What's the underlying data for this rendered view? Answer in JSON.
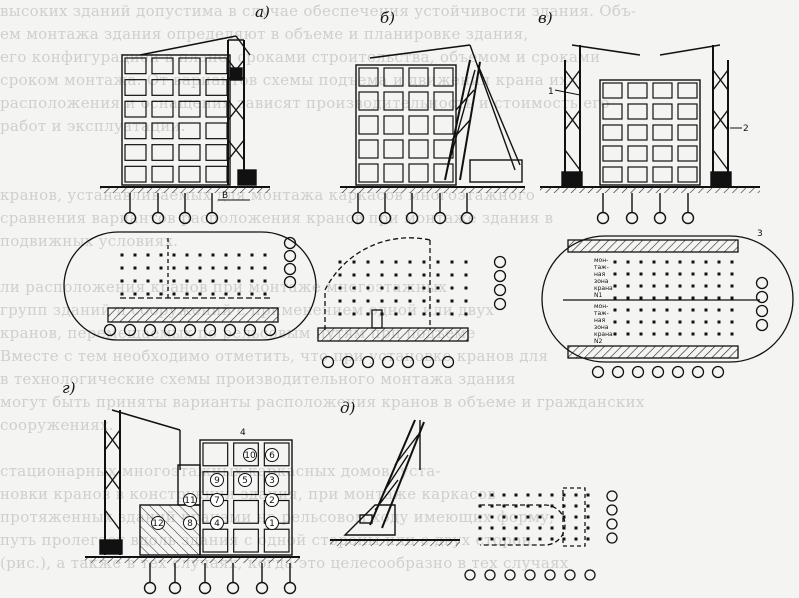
{
  "background_text": [
    "высоких зданий допустима в случае обеспечения устойчивости здания. Объ-",
    "ем монтажа здания определяют в объеме и планировке здания,",
    "его конфигурацией в плане, сроками строительства, объемом и сроками",
    "сроком монтажа. От вариантов схемы подъема и движения крана их",
    "расположения и оснащения зависят производительность и стоимость его",
    "работ и эксплуатации.",
    "",
    "",
    "кранов, устанавливаемых для монтажа каркасов многоэтажного",
    "сравнения вариантов расположения кранов при монтаже здания в",
    "подвижных условиях.",
    "",
    "ли расположения кранов при монтаже многоэтажных",
    "групп зданий и сооружений с применением одной или двух",
    "кранов, перемещаемых по рельсовым путям при подъеме",
    "Вместе с тем необходимо отметить, что при установке кранов для",
    "в технологические схемы производительного монтажа здания",
    "могут быть приняты варианты расположения кранов в объеме и гражданских",
    "сооружениях.",
    "",
    "стационарных многоэтажных каркасных домов, уста-",
    "новки кранов в конструкции здания, при монтаже каркасов",
    "протяженных зданий кранами на рельсовом ходу имеющих форму,",
    "путь пролегает вдоль здания с одной стороны или с двух сторон",
    "(рис.), а также в тех случаях, когда это целесообразно в тех случаях"
  ],
  "labels": {
    "a": "а)",
    "b": "б)",
    "v": "в)",
    "g": "г)",
    "d": "д)",
    "crane1": "1",
    "crane2": "2",
    "item3": "3",
    "item4": "4",
    "dimB": "В",
    "zone_upper": [
      "мон-",
      "таж-",
      "ная",
      "зона",
      "крана",
      "N1"
    ],
    "zone_lower": [
      "мон-",
      "таж-",
      "ная",
      "зона",
      "крана",
      "N2"
    ]
  },
  "sequence_numbers": [
    "10",
    "6",
    "9",
    "5",
    "3",
    "11",
    "7",
    "2",
    "12",
    "8",
    "4",
    "1"
  ]
}
